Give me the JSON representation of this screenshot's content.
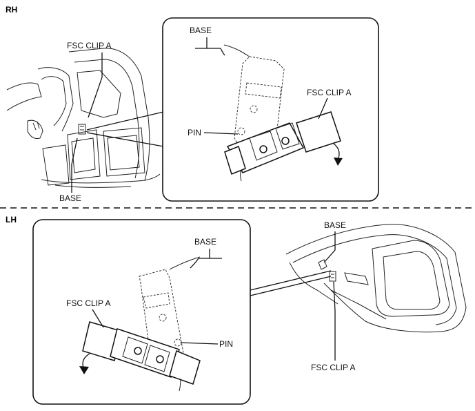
{
  "sections": {
    "rh": {
      "title": "RH",
      "overview": {
        "base_label": "BASE",
        "clip_label": "FSC CLIP A"
      },
      "detail": {
        "base_label": "BASE",
        "clip_label": "FSC CLIP A",
        "pin_label": "PIN"
      }
    },
    "lh": {
      "title": "LH",
      "overview": {
        "base_label": "BASE",
        "clip_label": "FSC CLIP A"
      },
      "detail": {
        "base_label": "BASE",
        "clip_label": "FSC CLIP A",
        "pin_label": "PIN"
      }
    }
  },
  "icons": {
    "rotation_arrow": "curved-arrow-down-icon"
  }
}
